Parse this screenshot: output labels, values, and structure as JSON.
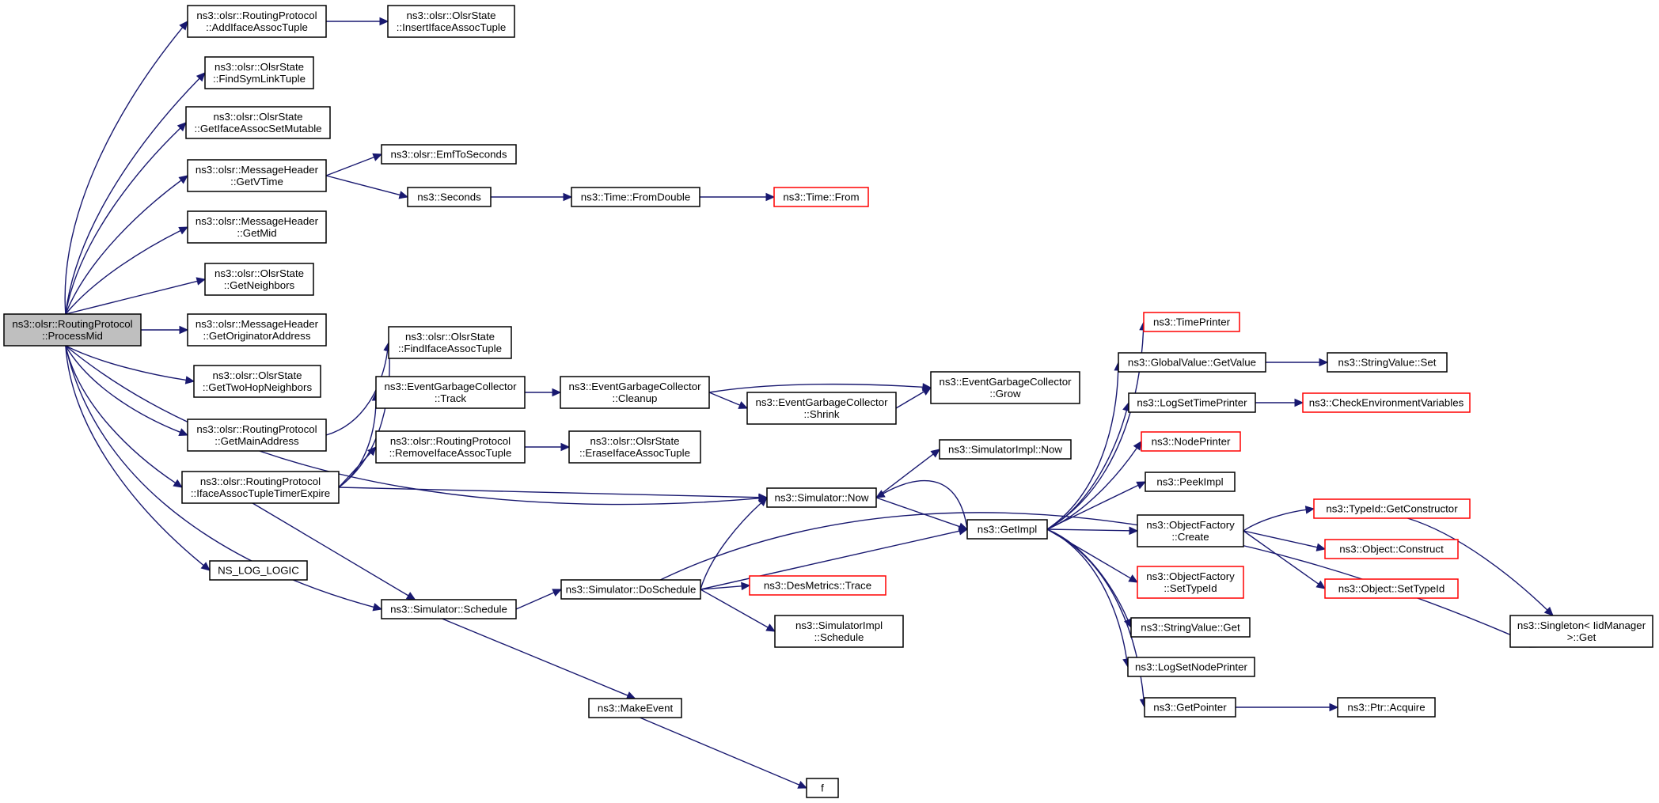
{
  "graph": {
    "nodes": [
      {
        "id": "processmid",
        "lines": [
          "ns3::olsr::RoutingProtocol",
          "::ProcessMid"
        ],
        "style": "focus"
      },
      {
        "id": "addifaceassoctuple",
        "lines": [
          "ns3::olsr::RoutingProtocol",
          "::AddIfaceAssocTuple"
        ],
        "style": "normal"
      },
      {
        "id": "insertifaceassoctuple",
        "lines": [
          "ns3::olsr::OlsrState",
          "::InsertIfaceAssocTuple"
        ],
        "style": "normal"
      },
      {
        "id": "findsymlinktuple",
        "lines": [
          "ns3::olsr::OlsrState",
          "::FindSymLinkTuple"
        ],
        "style": "normal"
      },
      {
        "id": "getifaceassocsetmutable",
        "lines": [
          "ns3::olsr::OlsrState",
          "::GetIfaceAssocSetMutable"
        ],
        "style": "normal"
      },
      {
        "id": "getvtime",
        "lines": [
          "ns3::olsr::MessageHeader",
          "::GetVTime"
        ],
        "style": "normal"
      },
      {
        "id": "emftoseconds",
        "lines": [
          "ns3::olsr::EmfToSeconds"
        ],
        "style": "normal"
      },
      {
        "id": "seconds",
        "lines": [
          "ns3::Seconds"
        ],
        "style": "normal"
      },
      {
        "id": "fromdouble",
        "lines": [
          "ns3::Time::FromDouble"
        ],
        "style": "normal"
      },
      {
        "id": "timefrom",
        "lines": [
          "ns3::Time::From"
        ],
        "style": "truncated"
      },
      {
        "id": "getmid",
        "lines": [
          "ns3::olsr::MessageHeader",
          "::GetMid"
        ],
        "style": "normal"
      },
      {
        "id": "getneighbors",
        "lines": [
          "ns3::olsr::OlsrState",
          "::GetNeighbors"
        ],
        "style": "normal"
      },
      {
        "id": "getoriginatoraddress",
        "lines": [
          "ns3::olsr::MessageHeader",
          "::GetOriginatorAddress"
        ],
        "style": "normal"
      },
      {
        "id": "gettwohopneighbors",
        "lines": [
          "ns3::olsr::OlsrState",
          "::GetTwoHopNeighbors"
        ],
        "style": "normal"
      },
      {
        "id": "getmainaddress",
        "lines": [
          "ns3::olsr::RoutingProtocol",
          "::GetMainAddress"
        ],
        "style": "normal"
      },
      {
        "id": "findifaceassoctuple",
        "lines": [
          "ns3::olsr::OlsrState",
          "::FindIfaceAssocTuple"
        ],
        "style": "normal"
      },
      {
        "id": "ifaceassoctupletimerexpire",
        "lines": [
          "ns3::olsr::RoutingProtocol",
          "::IfaceAssocTupleTimerExpire"
        ],
        "style": "normal"
      },
      {
        "id": "egctrack",
        "lines": [
          "ns3::EventGarbageCollector",
          "::Track"
        ],
        "style": "normal"
      },
      {
        "id": "egccleanup",
        "lines": [
          "ns3::EventGarbageCollector",
          "::Cleanup"
        ],
        "style": "normal"
      },
      {
        "id": "egcshrink",
        "lines": [
          "ns3::EventGarbageCollector",
          "::Shrink"
        ],
        "style": "normal"
      },
      {
        "id": "egcgrow",
        "lines": [
          "ns3::EventGarbageCollector",
          "::Grow"
        ],
        "style": "normal"
      },
      {
        "id": "removeifaceassoctuple",
        "lines": [
          "ns3::olsr::RoutingProtocol",
          "::RemoveIfaceAssocTuple"
        ],
        "style": "normal"
      },
      {
        "id": "eraseifaceassoctuple",
        "lines": [
          "ns3::olsr::OlsrState",
          "::EraseIfaceAssocTuple"
        ],
        "style": "normal"
      },
      {
        "id": "simimplnow",
        "lines": [
          "ns3::SimulatorImpl::Now"
        ],
        "style": "normal"
      },
      {
        "id": "simnow",
        "lines": [
          "ns3::Simulator::Now"
        ],
        "style": "normal"
      },
      {
        "id": "getimpl",
        "lines": [
          "ns3::GetImpl"
        ],
        "style": "normal"
      },
      {
        "id": "nsloglogic",
        "lines": [
          "NS_LOG_LOGIC"
        ],
        "style": "normal"
      },
      {
        "id": "simschedule",
        "lines": [
          "ns3::Simulator::Schedule"
        ],
        "style": "normal"
      },
      {
        "id": "doschedule",
        "lines": [
          "ns3::Simulator::DoSchedule"
        ],
        "style": "normal"
      },
      {
        "id": "desmetricstrace",
        "lines": [
          "ns3::DesMetrics::Trace"
        ],
        "style": "truncated"
      },
      {
        "id": "simimplschedule",
        "lines": [
          "ns3::SimulatorImpl",
          "::Schedule"
        ],
        "style": "normal"
      },
      {
        "id": "makeevent",
        "lines": [
          "ns3::MakeEvent"
        ],
        "style": "normal"
      },
      {
        "id": "f",
        "lines": [
          "f"
        ],
        "style": "normal"
      },
      {
        "id": "timeprinter",
        "lines": [
          "ns3::TimePrinter"
        ],
        "style": "truncated"
      },
      {
        "id": "globalvaluegetvalue",
        "lines": [
          "ns3::GlobalValue::GetValue"
        ],
        "style": "normal"
      },
      {
        "id": "stringvalueset",
        "lines": [
          "ns3::StringValue::Set"
        ],
        "style": "normal"
      },
      {
        "id": "logsettimeprinter",
        "lines": [
          "ns3::LogSetTimePrinter"
        ],
        "style": "normal"
      },
      {
        "id": "checkenvironmentvariables",
        "lines": [
          "ns3::CheckEnvironmentVariables"
        ],
        "style": "truncated"
      },
      {
        "id": "nodeprinter",
        "lines": [
          "ns3::NodePrinter"
        ],
        "style": "truncated"
      },
      {
        "id": "peekimpl",
        "lines": [
          "ns3::PeekImpl"
        ],
        "style": "normal"
      },
      {
        "id": "objectfactorycreate",
        "lines": [
          "ns3::ObjectFactory",
          "::Create"
        ],
        "style": "normal"
      },
      {
        "id": "typeidgetconstructor",
        "lines": [
          "ns3::TypeId::GetConstructor"
        ],
        "style": "truncated"
      },
      {
        "id": "objectconstruct",
        "lines": [
          "ns3::Object::Construct"
        ],
        "style": "truncated"
      },
      {
        "id": "objectsettypeid",
        "lines": [
          "ns3::Object::SetTypeId"
        ],
        "style": "truncated"
      },
      {
        "id": "objectfactorysettypeid",
        "lines": [
          "ns3::ObjectFactory",
          "::SetTypeId"
        ],
        "style": "truncated"
      },
      {
        "id": "stringvalueget",
        "lines": [
          "ns3::StringValue::Get"
        ],
        "style": "normal"
      },
      {
        "id": "logsetnodeprinter",
        "lines": [
          "ns3::LogSetNodePrinter"
        ],
        "style": "normal"
      },
      {
        "id": "getpointer",
        "lines": [
          "ns3::GetPointer"
        ],
        "style": "normal"
      },
      {
        "id": "ptracquire",
        "lines": [
          "ns3::Ptr::Acquire"
        ],
        "style": "normal"
      },
      {
        "id": "singletonget",
        "lines": [
          "ns3::Singleton< IidManager",
          " >::Get"
        ],
        "style": "normal"
      }
    ],
    "edges": [
      [
        "processmid",
        "addifaceassoctuple"
      ],
      [
        "processmid",
        "findsymlinktuple"
      ],
      [
        "processmid",
        "getifaceassocsetmutable"
      ],
      [
        "processmid",
        "getvtime"
      ],
      [
        "processmid",
        "getmid"
      ],
      [
        "processmid",
        "getneighbors"
      ],
      [
        "processmid",
        "getoriginatoraddress"
      ],
      [
        "processmid",
        "gettwohopneighbors"
      ],
      [
        "processmid",
        "getmainaddress"
      ],
      [
        "processmid",
        "ifaceassoctupletimerexpire"
      ],
      [
        "processmid",
        "simnow"
      ],
      [
        "processmid",
        "nsloglogic"
      ],
      [
        "processmid",
        "simschedule"
      ],
      [
        "addifaceassoctuple",
        "insertifaceassoctuple"
      ],
      [
        "getvtime",
        "emftoseconds"
      ],
      [
        "getvtime",
        "seconds"
      ],
      [
        "seconds",
        "fromdouble"
      ],
      [
        "fromdouble",
        "timefrom"
      ],
      [
        "getmainaddress",
        "findifaceassoctuple"
      ],
      [
        "ifaceassoctupletimerexpire",
        "findifaceassoctuple"
      ],
      [
        "ifaceassoctupletimerexpire",
        "egctrack"
      ],
      [
        "ifaceassoctupletimerexpire",
        "removeifaceassoctuple"
      ],
      [
        "ifaceassoctupletimerexpire",
        "simnow"
      ],
      [
        "ifaceassoctupletimerexpire",
        "simschedule"
      ],
      [
        "egctrack",
        "egccleanup"
      ],
      [
        "egccleanup",
        "egcgrow"
      ],
      [
        "egccleanup",
        "egcshrink"
      ],
      [
        "egcshrink",
        "egcgrow"
      ],
      [
        "removeifaceassoctuple",
        "eraseifaceassoctuple"
      ],
      [
        "simnow",
        "simimplnow"
      ],
      [
        "simnow",
        "getimpl"
      ],
      [
        "simschedule",
        "doschedule"
      ],
      [
        "simschedule",
        "makeevent"
      ],
      [
        "doschedule",
        "simnow"
      ],
      [
        "doschedule",
        "getimpl"
      ],
      [
        "doschedule",
        "desmetricstrace"
      ],
      [
        "doschedule",
        "simimplschedule"
      ],
      [
        "doschedule",
        "singletonget"
      ],
      [
        "makeevent",
        "f"
      ],
      [
        "getimpl",
        "simnow"
      ],
      [
        "getimpl",
        "timeprinter"
      ],
      [
        "getimpl",
        "globalvaluegetvalue"
      ],
      [
        "getimpl",
        "logsettimeprinter"
      ],
      [
        "getimpl",
        "nodeprinter"
      ],
      [
        "getimpl",
        "peekimpl"
      ],
      [
        "getimpl",
        "objectfactorycreate"
      ],
      [
        "getimpl",
        "objectfactorysettypeid"
      ],
      [
        "getimpl",
        "stringvalueget"
      ],
      [
        "getimpl",
        "logsetnodeprinter"
      ],
      [
        "getimpl",
        "getpointer"
      ],
      [
        "globalvaluegetvalue",
        "stringvalueset"
      ],
      [
        "logsettimeprinter",
        "checkenvironmentvariables"
      ],
      [
        "objectfactorycreate",
        "typeidgetconstructor"
      ],
      [
        "objectfactorycreate",
        "objectconstruct"
      ],
      [
        "objectfactorycreate",
        "objectsettypeid"
      ],
      [
        "typeidgetconstructor",
        "singletonget"
      ],
      [
        "getpointer",
        "ptracquire"
      ]
    ],
    "colors": {
      "edge": "#191970",
      "focus_fill": "#bfbfbf",
      "node_border": "#000000",
      "truncated_border": "#ff0000"
    }
  }
}
